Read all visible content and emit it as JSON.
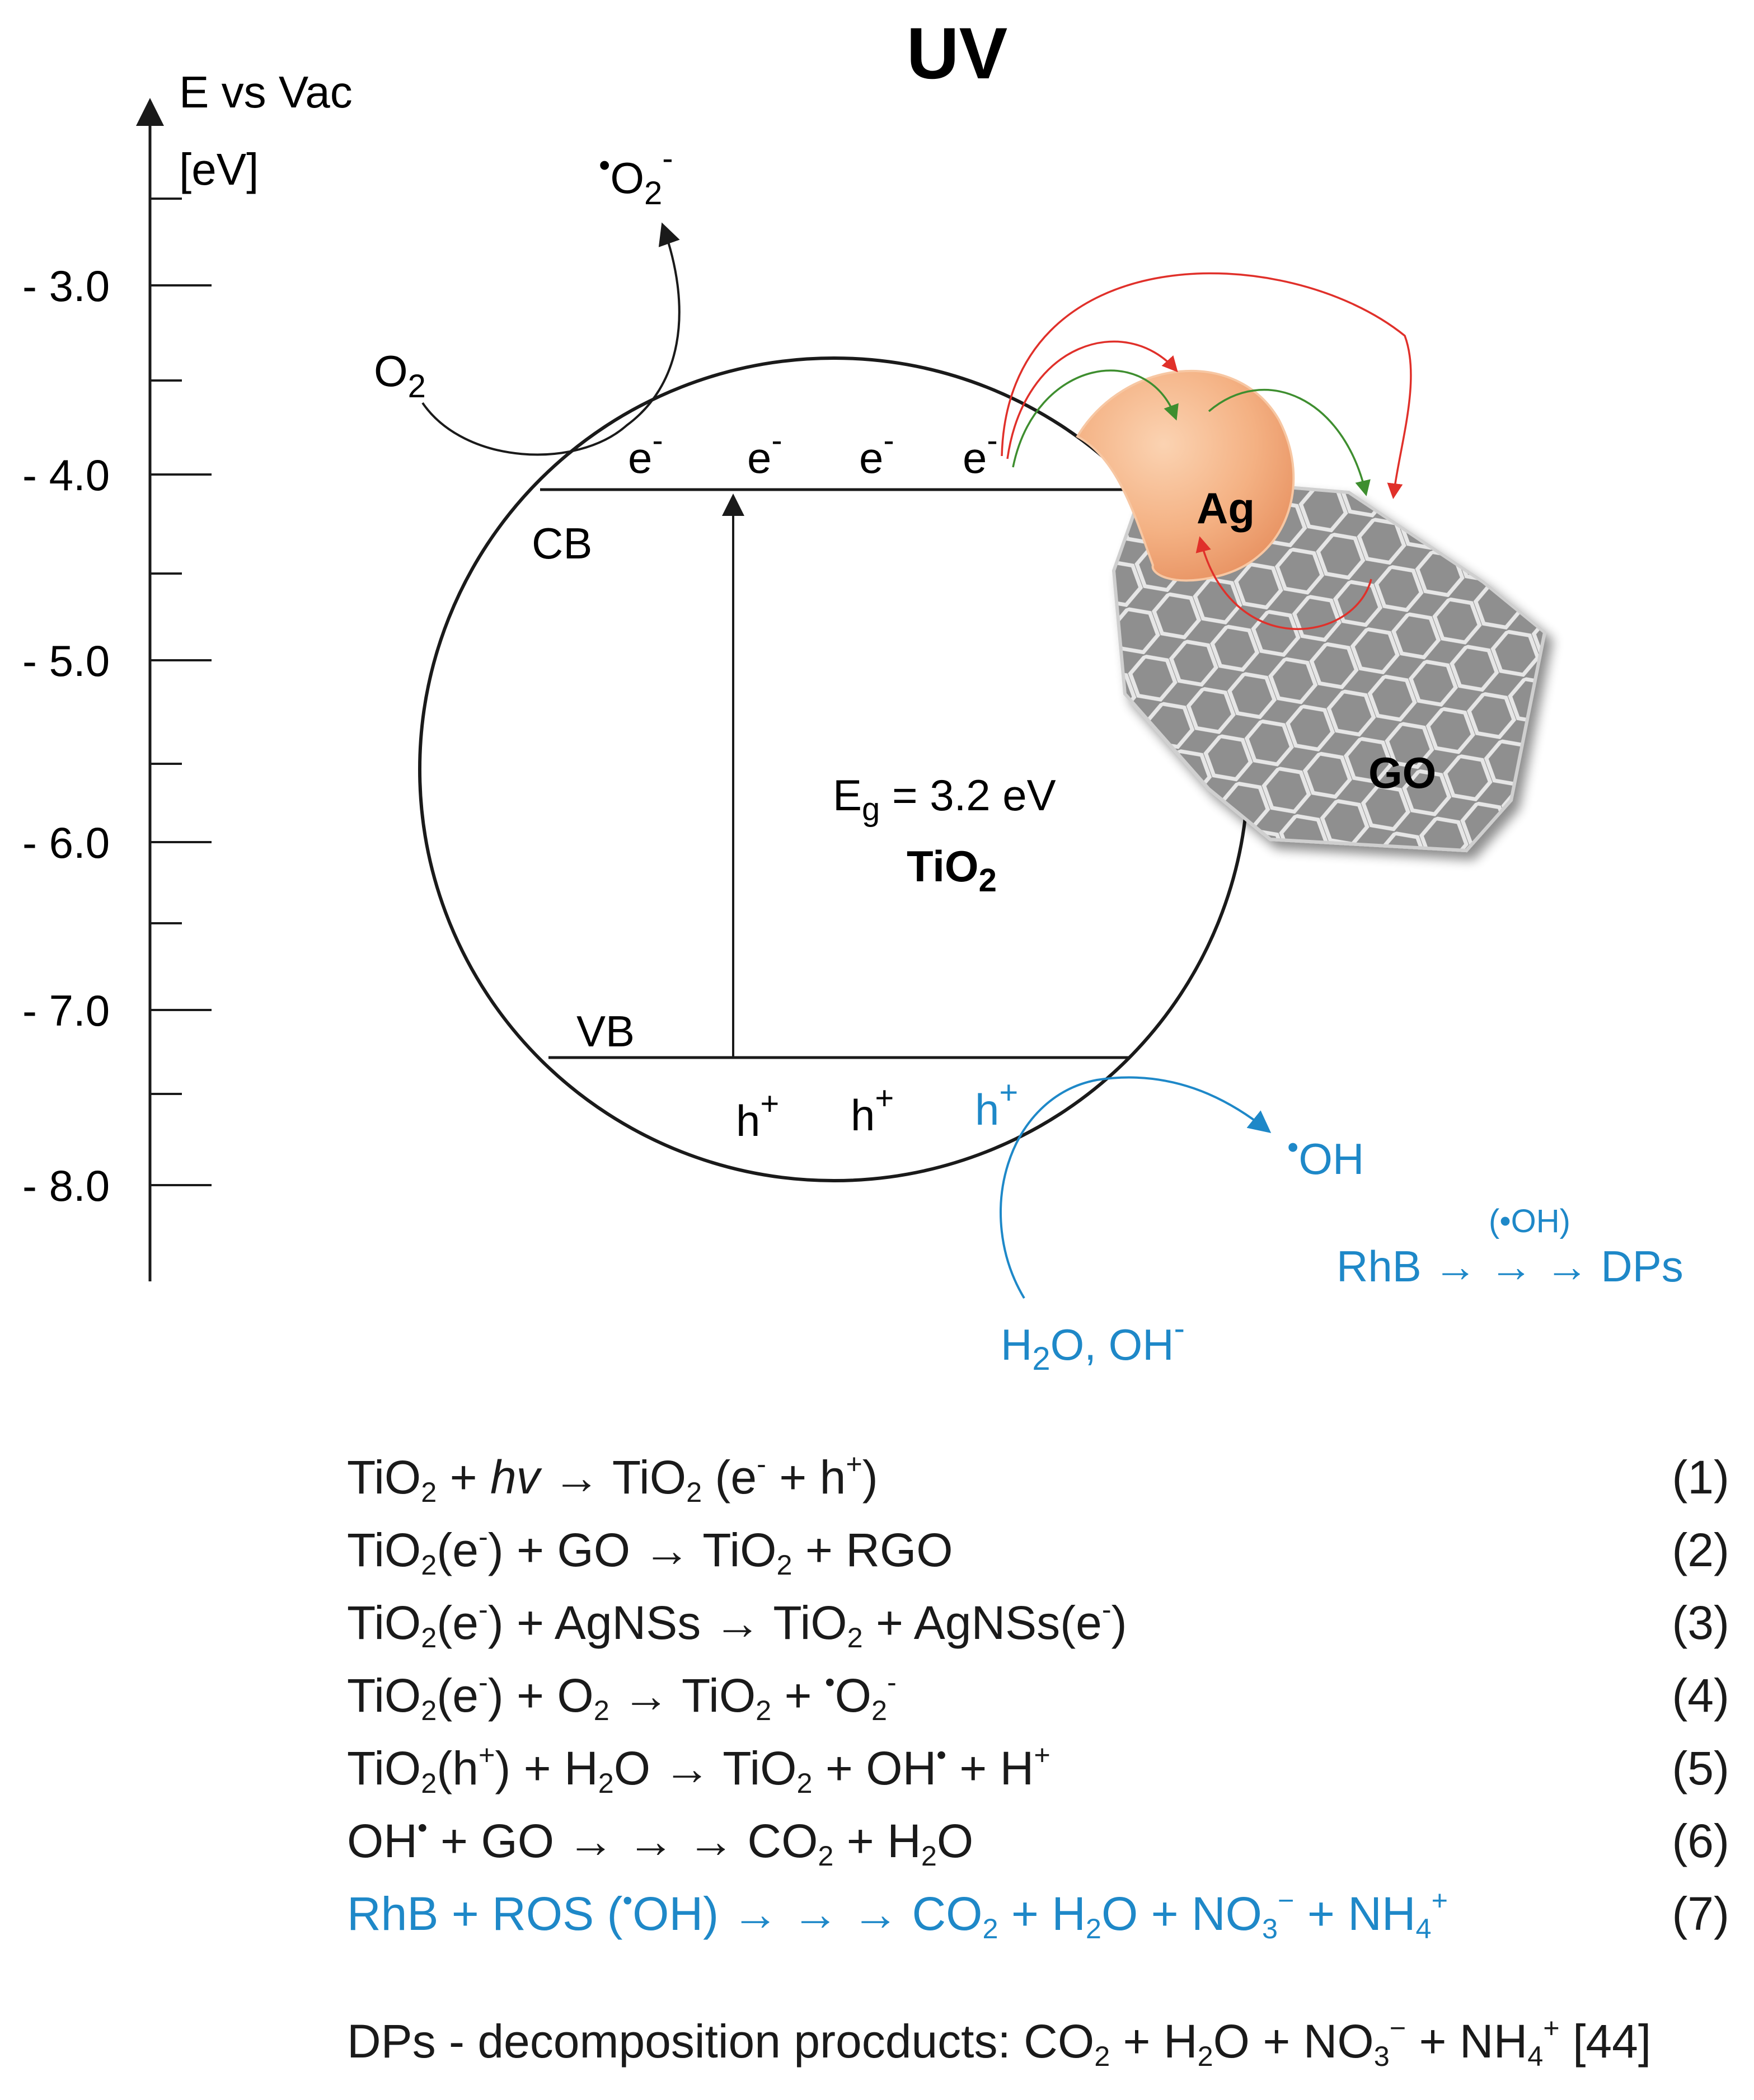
{
  "title": "UV",
  "axis": {
    "label_line1": "E vs Vac",
    "label_line2": "[eV]",
    "ticks": [
      "- 3.0",
      "- 4.0",
      "- 5.0",
      "- 6.0",
      "- 7.0",
      "- 8.0"
    ]
  },
  "labels": {
    "cb": "CB",
    "vb": "VB",
    "electron": "e",
    "electron_sup": "-",
    "hole": "h",
    "hole_sup": "+",
    "o2": "O",
    "o2_sub": "2",
    "superoxide_dot": "•",
    "superoxide": "O",
    "superoxide_sub": "2",
    "superoxide_sup": "-",
    "eg_prefix": "E",
    "eg_sub": "g",
    "eg_value": " = 3.2 eV",
    "tio2": "TiO",
    "tio2_sub": "2",
    "ag": "Ag",
    "go": "GO",
    "oh_dot": "•",
    "oh": "OH",
    "h2o_pre": "H",
    "h2o_sub": "2",
    "h2o_post": "O, OH",
    "h2o_sup": "-",
    "rhb_chain": "RhB → → → DPs",
    "oh_catalyst": "(•OH)"
  },
  "colors": {
    "blue": "#1e88c8",
    "red_arrow": "#e0302a",
    "green_arrow": "#3e8e2f",
    "ag_fill": "#f4b183",
    "go_fill": "#9a9a9a"
  },
  "equations": [
    {
      "num": "(1)"
    },
    {
      "num": "(2)"
    },
    {
      "num": "(3)"
    },
    {
      "num": "(4)"
    },
    {
      "num": "(5)"
    },
    {
      "num": "(6)"
    },
    {
      "num": "(7)"
    }
  ],
  "eq": {
    "tio2": "TiO",
    "sub2": "2",
    "sub3": "3",
    "sub4": "4",
    "e_minus": "-",
    "h_plus": "+",
    "minus_sign": "−",
    "dot": "•",
    "hv": "hv",
    "e1_mid": " + ",
    "e1_arrow": " → ",
    "e1_tail": " (e",
    "e1_plus_h": " + h",
    "e1_close": ")",
    "e2_a": "(e",
    "e2_b": ") + GO → ",
    "e2_c": " + RGO",
    "e3_a": "(e",
    "e3_b": ") + AgNSs → ",
    "e3_c": " +  AgNSs(e",
    "e3_d": ")",
    "e4_a": "(e",
    "e4_b": ") + O",
    "e4_c": " → ",
    "e4_d": " + ",
    "e4_e": "O",
    "e5_a": "(h",
    "e5_b": ") + H",
    "e5_c": "O → ",
    "e5_d": " + OH",
    "e5_e": "  + H",
    "e6_a": "OH",
    "e6_b": " + GO → → → CO",
    "e6_c": " + H",
    "e6_d": "O",
    "e7_a": "RhB + ROS (",
    "e7_b": "OH) → → → CO",
    "e7_c": " + H",
    "e7_d": "O + NO",
    "e7_e": " + NH"
  },
  "footnote": {
    "prefix": "DPs - decomposition procducts: CO",
    "a": " + H",
    "b": "O + NO",
    "c": " + NH",
    "d": "  [44]"
  }
}
